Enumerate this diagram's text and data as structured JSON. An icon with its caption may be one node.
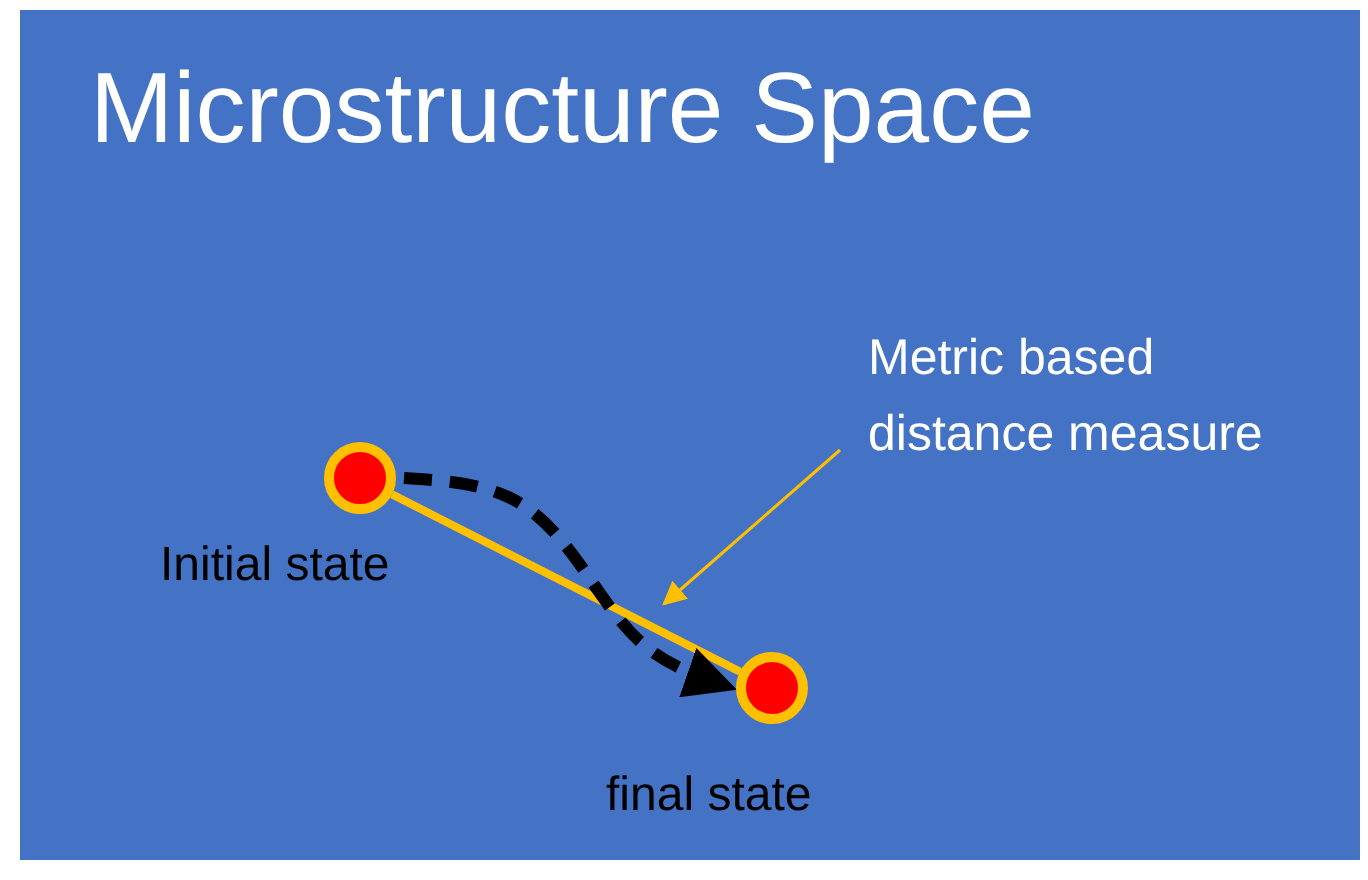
{
  "diagram": {
    "title": "Microstructure Space",
    "nodes": [
      {
        "text": [],
        "shape": "circle",
        "beside": [
          "Initial state"
        ]
      },
      {
        "text": [],
        "shape": "circle",
        "beside": [
          "final state"
        ]
      },
      {
        "text": [
          "Metric based distance measure"
        ]
      }
    ],
    "edges": [
      {
        "from": 0,
        "to": 1,
        "arrow": "none"
      },
      {
        "from": 0,
        "to": 1,
        "arrow": "to",
        "style": "dashed",
        "color": "#000000"
      },
      {
        "from": 2,
        "to": null,
        "arrow": "to"
      }
    ]
  }
}
